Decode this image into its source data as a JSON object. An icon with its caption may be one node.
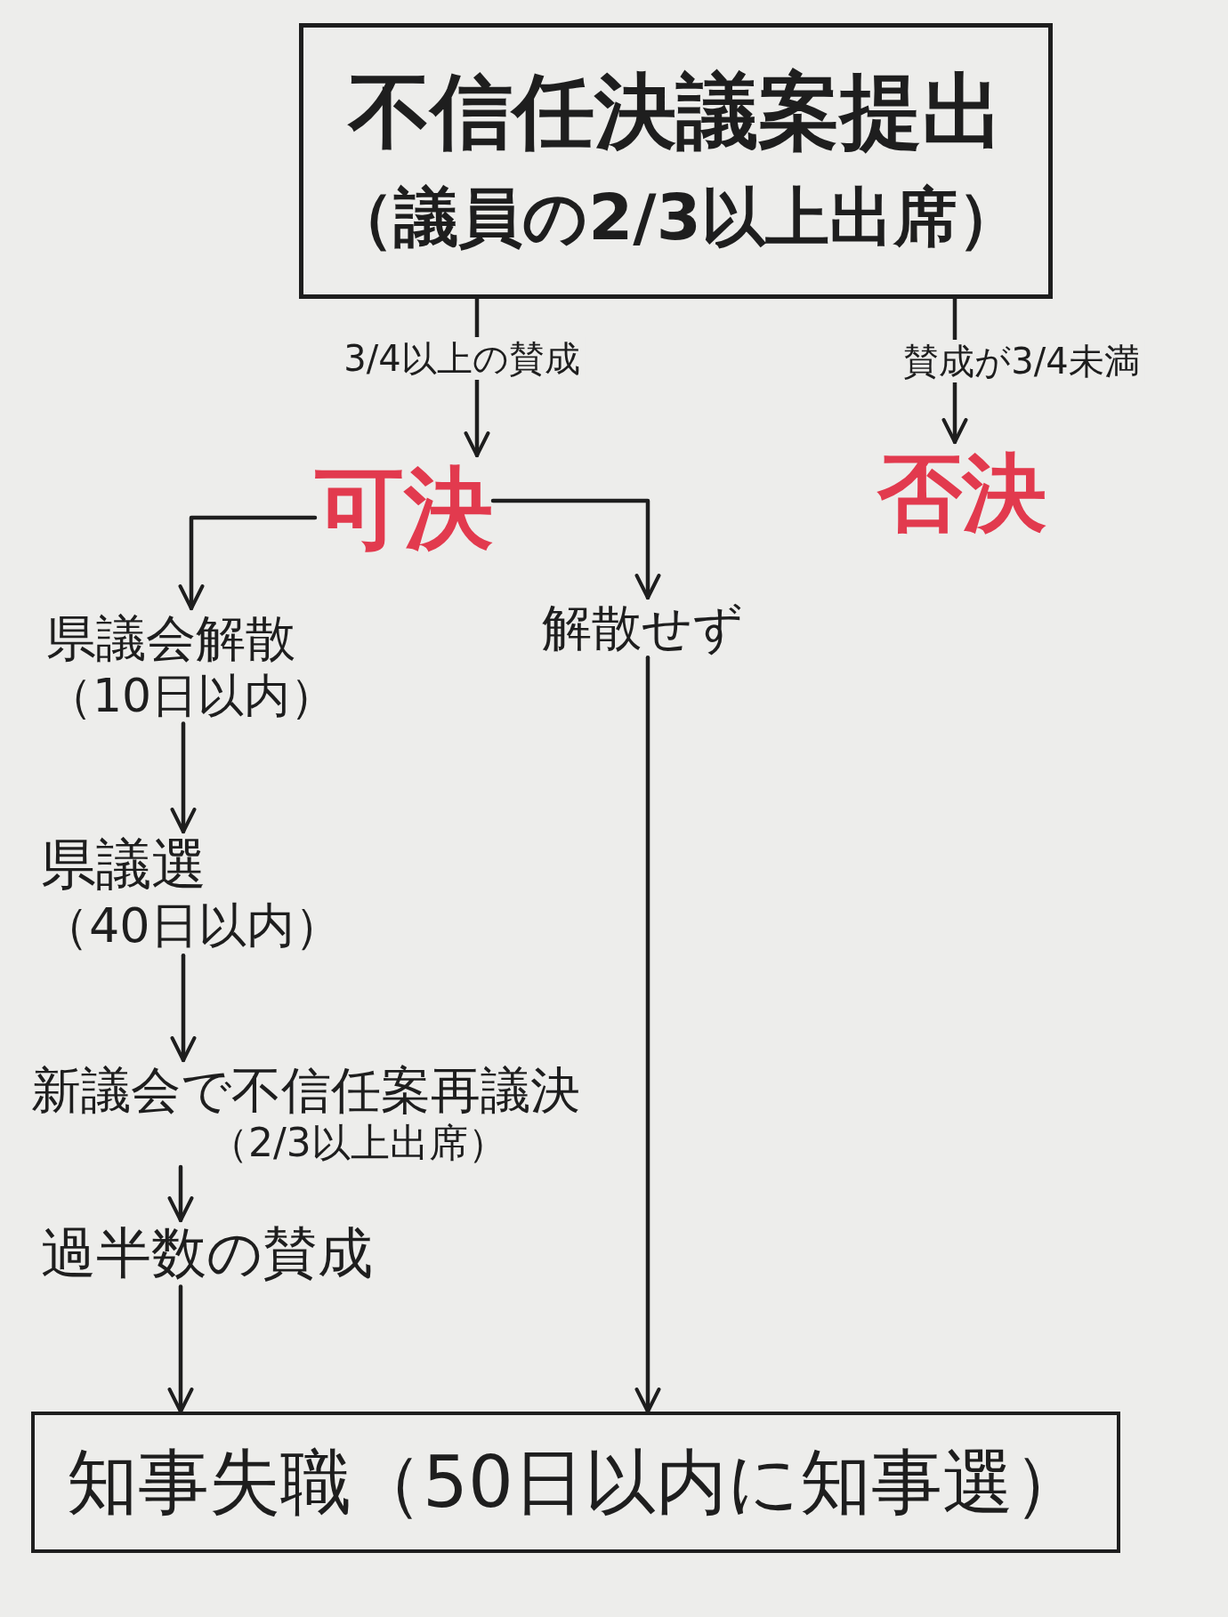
{
  "diagram": {
    "nodes": [
      {
        "text": [
          "不信任決議案提出",
          "（議員の2/3以上出席）"
        ]
      },
      {
        "text": [
          "可決"
        ]
      },
      {
        "text": [
          "否決"
        ]
      },
      {
        "text": [
          "県議会解散",
          "（10日以内）"
        ]
      },
      {
        "text": [
          "解散せず"
        ]
      },
      {
        "text": [
          "県議選",
          "（40日以内）"
        ]
      },
      {
        "text": [
          "新議会で不信任案再議決",
          "（2/3以上出席）"
        ]
      },
      {
        "text": [
          "過半数の賛成"
        ]
      },
      {
        "text": [
          "知事失職（50日以内に知事選）"
        ]
      }
    ],
    "edges": [
      {
        "from": 0,
        "to": 1,
        "arrow": "to",
        "label": "3/4以上の賛成"
      },
      {
        "from": 0,
        "to": 2,
        "arrow": "to",
        "label": "賛成が3/4未満"
      },
      {
        "from": 1,
        "to": 3,
        "arrow": "to"
      },
      {
        "from": 1,
        "to": 4,
        "arrow": "to"
      },
      {
        "from": 3,
        "to": 5,
        "arrow": "to"
      },
      {
        "from": 5,
        "to": 6,
        "arrow": "to"
      },
      {
        "from": 6,
        "to": 7,
        "arrow": "to"
      },
      {
        "from": 7,
        "to": 8,
        "arrow": "to"
      },
      {
        "from": 4,
        "to": 8,
        "arrow": "to"
      }
    ]
  }
}
